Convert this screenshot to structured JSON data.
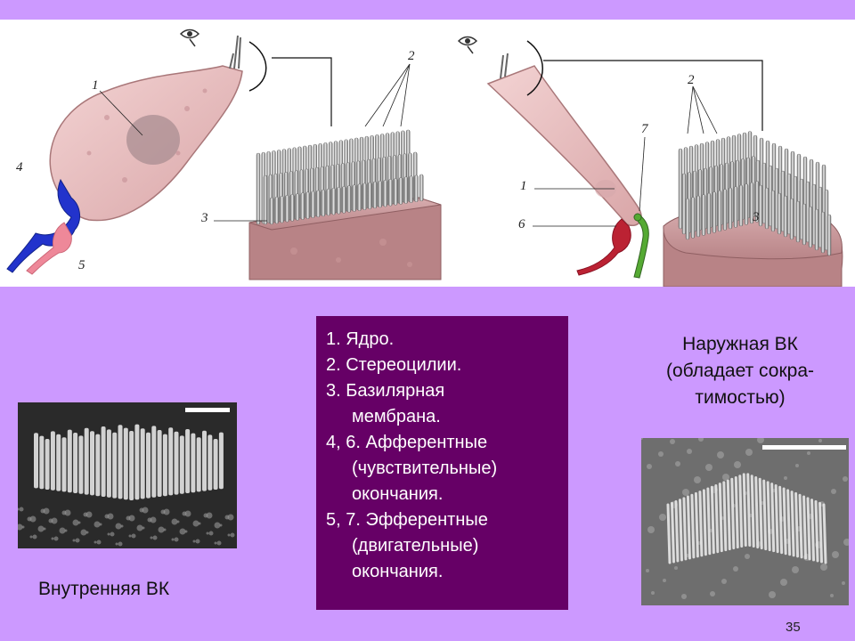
{
  "diagram": {
    "inner_cell_labels": [
      "1",
      "2",
      "3",
      "4",
      "5"
    ],
    "outer_cell_labels": [
      "2",
      "1",
      "7",
      "6",
      "3"
    ]
  },
  "legend": {
    "items": [
      {
        "lines": [
          "1. Ядро."
        ]
      },
      {
        "lines": [
          "2. Стереоцилии."
        ]
      },
      {
        "lines": [
          "3. Базилярная",
          "мембрана."
        ]
      },
      {
        "lines": [
          "4, 6. Афферентные",
          "(чувствительные)",
          "окончания."
        ]
      },
      {
        "lines": [
          "5, 7. Эфферентные",
          "(двигательные)",
          "окончания."
        ]
      }
    ]
  },
  "captions": {
    "outer_cell": [
      "Наружная ВК",
      "(обладает сокра-",
      "тимостью)"
    ],
    "inner_cell": "Внутренняя ВК"
  },
  "page_number": "35",
  "colors": {
    "slide_background": "#cc99ff",
    "legend_background": "#660066",
    "afferent_ending": "#2233cc",
    "efferent_ending": "#ee8899",
    "outer_afferent": "#bb2233",
    "outer_efferent": "#55aa33"
  }
}
